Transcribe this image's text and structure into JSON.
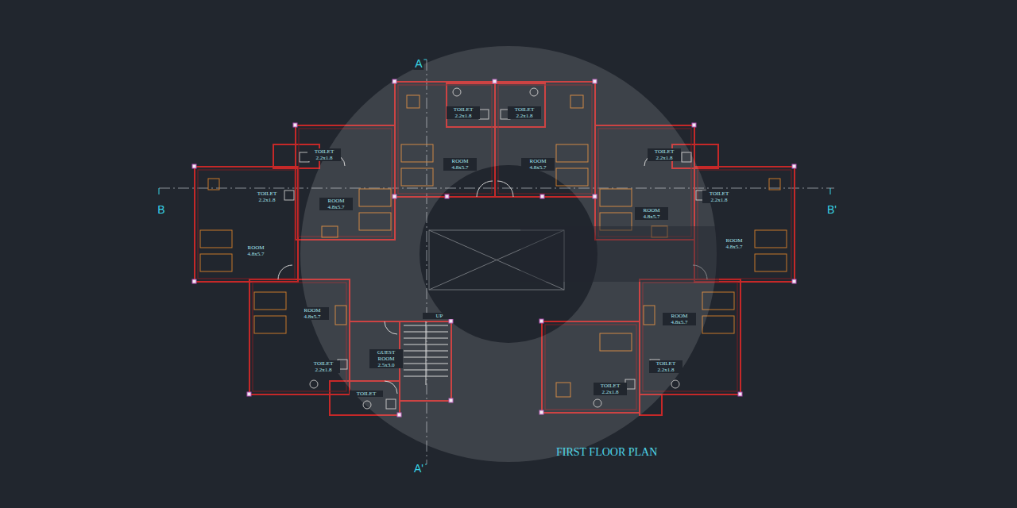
{
  "diagram": {
    "title": "FIRST FLOOR PLAN",
    "labels": [
      "A",
      "TOILET 2.2x1.8",
      "TOILET 2.2x1.8",
      "TOILET 2.2x1.8",
      "TOILET 2.2x1.8",
      "ROOM 4.8x5.7",
      "ROOM 4.8x5.7",
      "B",
      "TOILET 2.2x1.8",
      "TOILET 2.2x1.8",
      "B'",
      "ROOM 4.8x5.7",
      "ROOM 4.8x5.7",
      "ROOM 4.8x5.7",
      "ROOM 4.8x5.7",
      "ROOM 4.8x5.7",
      "UP",
      "ROOM 4.8x5.7",
      "GUEST ROOM 2.5x3.0",
      "TOILET 2.2x1.8",
      "TOILET 2.2x1.8",
      "TOILET 2.2x1.8",
      "TOILET",
      "A'"
    ]
  }
}
